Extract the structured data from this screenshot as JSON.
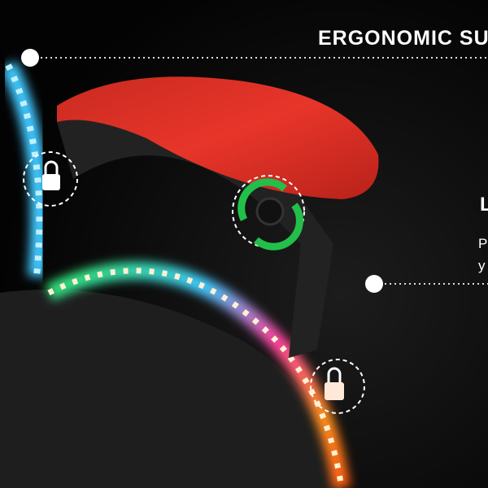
{
  "header": {
    "title": "ERGONOMIC SU"
  },
  "feature": {
    "heading": "L",
    "line1": "P",
    "line2": "y"
  },
  "colors": {
    "accent_red": "#e8352a",
    "arrow_green": "#22c04a",
    "background": "#050505"
  }
}
